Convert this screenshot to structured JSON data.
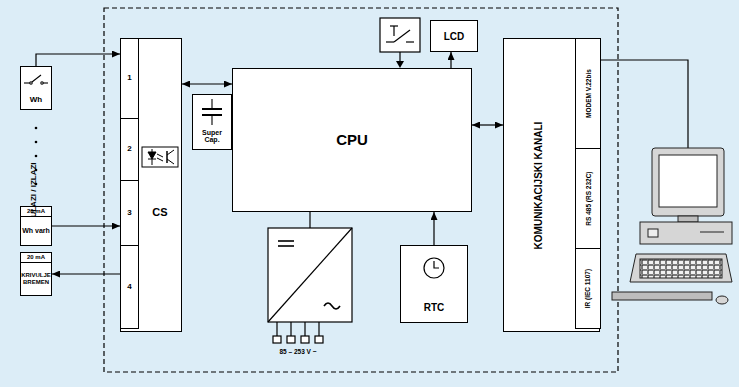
{
  "diagram": {
    "nodes": [
      {
        "text": [
          "Wh"
        ]
      },
      {
        "text": [
          "20 mA",
          "Wh varh"
        ]
      },
      {
        "text": [
          "20 mA",
          "KRIVULJE BREMEN"
        ]
      },
      {
        "text": [
          "CS"
        ]
      },
      {
        "text": [
          "1"
        ],
        "in": 3
      },
      {
        "text": [
          "2"
        ],
        "in": 3
      },
      {
        "text": [
          "3"
        ],
        "in": 3
      },
      {
        "text": [
          "4"
        ],
        "in": 3
      },
      {
        "text": [
          "Super Cap."
        ]
      },
      {
        "text": [
          "CPU"
        ]
      },
      {
        "text": [
          "LCD"
        ]
      },
      {
        "text": [
          "RTC"
        ]
      },
      {
        "text": [
          "KOMUNIKACIJSKI KANALI"
        ]
      },
      {
        "text": [
          "MODEM V.22bis"
        ],
        "in": 12
      },
      {
        "text": [
          "RS 485 (RS 232C)"
        ],
        "in": 12
      },
      {
        "text": [
          "IR (IEC 1107)"
        ],
        "in": 12
      }
    ],
    "edges": [
      {
        "from": 0,
        "to": 4,
        "arrow": "to"
      },
      {
        "from": 1,
        "to": 6,
        "arrow": "to"
      },
      {
        "from": 7,
        "to": 2,
        "arrow": "to"
      },
      {
        "from": 3,
        "to": 9,
        "arrow": "both"
      },
      {
        "from": 9,
        "to": 10,
        "arrow": "to"
      },
      {
        "from": 11,
        "to": 9,
        "arrow": "to"
      },
      {
        "from": 9,
        "to": 12,
        "arrow": "both"
      }
    ],
    "labels": [
      "ULAZI / IZLAZI",
      "85 – 253 V ~"
    ]
  }
}
